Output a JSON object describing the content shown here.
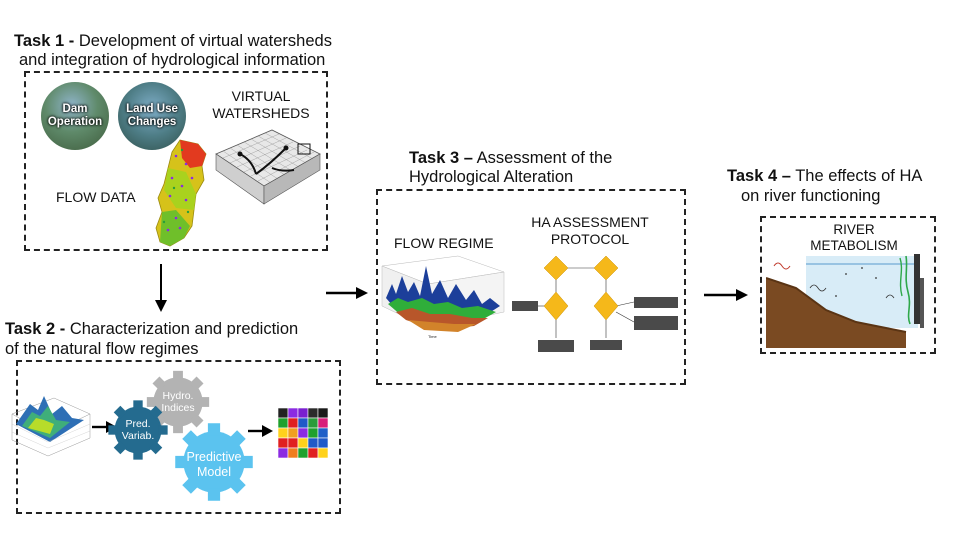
{
  "task1": {
    "title_bold": "Task 1 -",
    "title_rest": " Development of virtual watersheds",
    "title_line2": "and integration of hydrological information",
    "dam_label": "Dam\nOperation",
    "landuse_label": "Land Use\nChanges",
    "virtual_line1": "VIRTUAL",
    "virtual_line2": "WATERSHEDS",
    "flow_data": "FLOW DATA"
  },
  "task2": {
    "title_bold": "Task 2 -",
    "title_rest": " Characterization and prediction",
    "title_line2": "of the natural flow regimes",
    "hydro_label": "Hydro.\nIndices",
    "pred_label": "Pred.\nVariab.",
    "model_label": "Predictive\nModel"
  },
  "task3": {
    "title_bold": "Task 3 –",
    "title_rest": " Assessment of the",
    "title_line2": "Hydrological Alteration",
    "flow_regime": "FLOW REGIME",
    "ha_line1": "HA ASSESSMENT",
    "ha_line2": "PROTOCOL"
  },
  "task4": {
    "title_bold": "Task 4 –",
    "title_rest": " The effects of HA",
    "title_line2": "on river functioning",
    "river_line1": "RIVER",
    "river_line2": "METABOLISM"
  },
  "colors": {
    "gear_gray": "#b3b3b3",
    "gear_blue": "#246b8f",
    "gear_light": "#5bc3ef"
  }
}
